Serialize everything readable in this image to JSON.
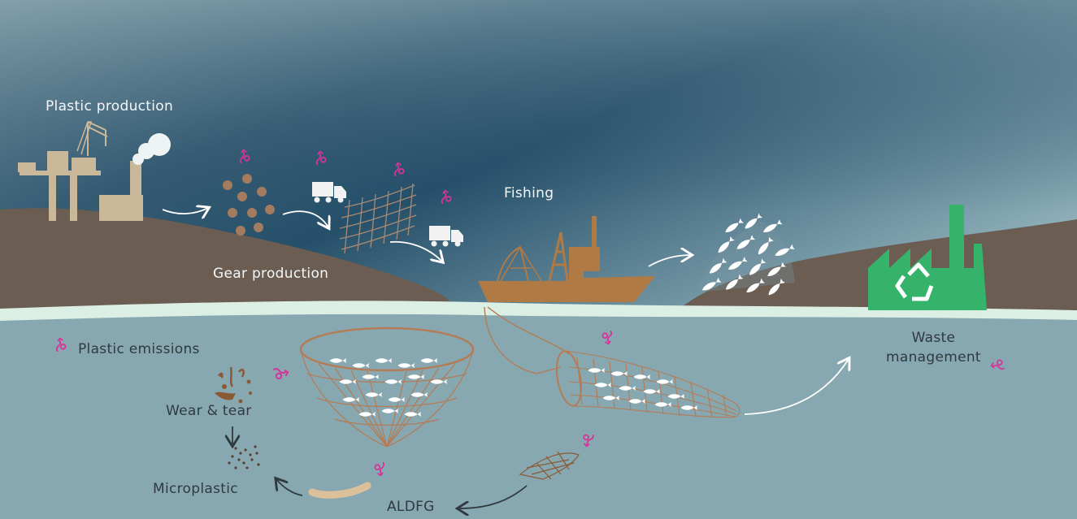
{
  "labels": {
    "plastic_production": "Plastic production",
    "gear_production": "Gear production",
    "fishing": "Fishing",
    "waste_management": "Waste\nmanagement",
    "plastic_emissions": "Plastic emissions",
    "wear_and_tear": "Wear & tear",
    "microplastic": "Microplastic",
    "aldfg": "ALDFG"
  },
  "icons": [
    "oil-platform-icon",
    "factory-smoke-icon",
    "plastic-pellets-icon",
    "truck-icon",
    "fishing-net-icon",
    "fishing-vessel-icon",
    "fish-pile-icon",
    "recycling-plant-icon",
    "recycle-symbol-icon",
    "emission-squiggle-icon",
    "aquaculture-cage-icon",
    "trawl-net-icon",
    "ghost-net-icon",
    "rope-fragment-icon",
    "microplastic-particles-icon"
  ],
  "colors": {
    "sky_top": "#7e9aa6",
    "sky_dark": "#1f4863",
    "sky_light": "#93b2bc",
    "land": "#6c5e53",
    "waterline": "#dcefe5",
    "water": "#88a8b1",
    "industry": "#c9b99a",
    "pellets": "#a37c5f",
    "vessel": "#b07a45",
    "emission": "#d6339a",
    "recycle_green": "#36b36a",
    "net": "#b47b55",
    "fish": "#ffffff",
    "arrow_light": "#ffffff",
    "arrow_dark": "#2f3a3f"
  }
}
